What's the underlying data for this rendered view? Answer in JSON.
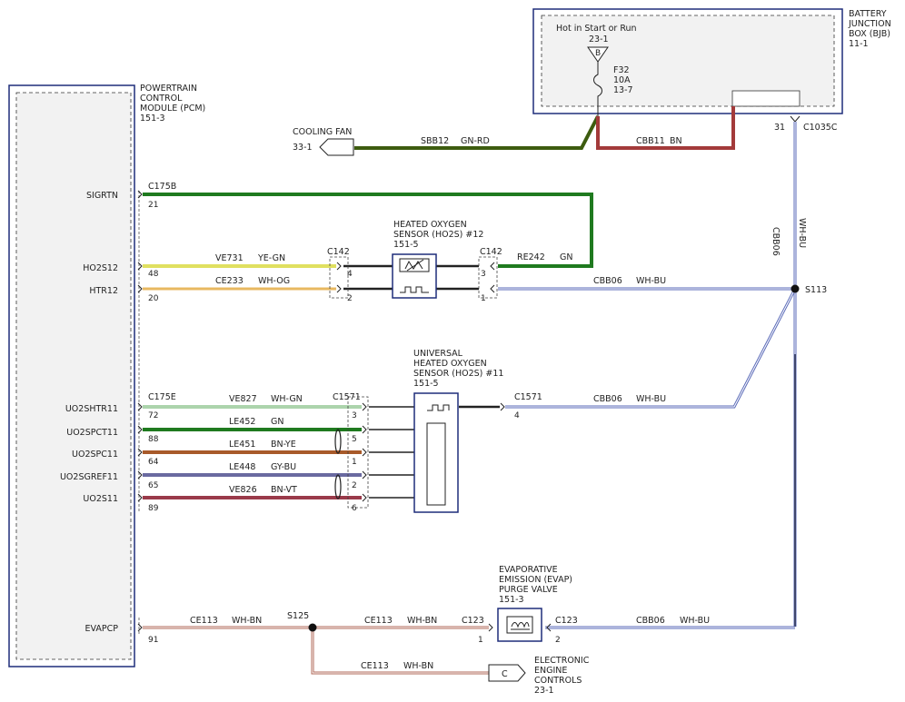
{
  "bjb": {
    "title_lines": [
      "BATTERY",
      "JUNCTION",
      "BOX (BJB)",
      "11-1"
    ],
    "hot_label": "Hot in Start or Run",
    "hot_ref": "23-1",
    "fuse_tag": "B",
    "fuse_id": "F32",
    "fuse_rating": "10A",
    "fuse_ref": "13-7",
    "connector_pin": "31",
    "connector": "C1035C"
  },
  "pcm": {
    "title_lines": [
      "POWERTRAIN",
      "CONTROL",
      "MODULE (PCM)",
      "151-3"
    ],
    "pins": [
      {
        "label": "SIGRTN",
        "num": "21",
        "connector": "C175B"
      },
      {
        "label": "HO2S12",
        "num": "48",
        "connector": ""
      },
      {
        "label": "HTR12",
        "num": "20",
        "connector": ""
      },
      {
        "label": "UO2SHTR11",
        "num": "72",
        "connector": "C175E"
      },
      {
        "label": "UO2SPCT11",
        "num": "88",
        "connector": ""
      },
      {
        "label": "UO2SPC11",
        "num": "64",
        "connector": ""
      },
      {
        "label": "UO2SGREF11",
        "num": "65",
        "connector": ""
      },
      {
        "label": "UO2S11",
        "num": "89",
        "connector": ""
      },
      {
        "label": "EVAPCP",
        "num": "91",
        "connector": ""
      }
    ]
  },
  "cooling_fan": {
    "label": "COOLING FAN",
    "ref": "33-1"
  },
  "ho2s12": {
    "title_lines": [
      "HEATED OXYGEN",
      "SENSOR (HO2S) #12",
      "151-5"
    ]
  },
  "uho2s11": {
    "title_lines": [
      "UNIVERSAL",
      "HEATED OXYGEN",
      "SENSOR (HO2S) #11",
      "151-5"
    ]
  },
  "evap": {
    "title_lines": [
      "EVAPORATIVE",
      "EMISSION (EVAP)",
      "PURGE VALVE",
      "151-3"
    ]
  },
  "eec": {
    "tag": "C",
    "title_lines": [
      "ELECTRONIC",
      "ENGINE",
      "CONTROLS",
      "23-1"
    ]
  },
  "wires": [
    {
      "circuit": "SBB12",
      "color": "GN-RD"
    },
    {
      "circuit": "CBB11",
      "color": "BN"
    },
    {
      "circuit": "VE731",
      "color": "YE-GN"
    },
    {
      "circuit": "CE233",
      "color": "WH-OG"
    },
    {
      "circuit": "RE242",
      "color": "GN"
    },
    {
      "circuit": "CBB06",
      "color": "WH-BU"
    },
    {
      "circuit": "CBB06",
      "color": "WH-BU"
    },
    {
      "circuit": "VE827",
      "color": "WH-GN"
    },
    {
      "circuit": "LE452",
      "color": "GN"
    },
    {
      "circuit": "LE451",
      "color": "BN-YE"
    },
    {
      "circuit": "LE448",
      "color": "GY-BU"
    },
    {
      "circuit": "VE826",
      "color": "BN-VT"
    },
    {
      "circuit": "CBB06",
      "color": "WH-BU"
    },
    {
      "circuit": "CE113",
      "color": "WH-BN"
    },
    {
      "circuit": "CE113",
      "color": "WH-BN"
    },
    {
      "circuit": "CE113",
      "color": "WH-BN"
    },
    {
      "circuit": "CBB06",
      "color": "WH-BU"
    }
  ],
  "connectors": {
    "c142_left": "C142",
    "c142_right": "C142",
    "c1571_left": "C1571",
    "c1571_right": "C1571",
    "c123_left": "C123",
    "c123_right": "C123"
  },
  "pin_numbers": {
    "c142_left": [
      "4",
      "2"
    ],
    "c142_right": [
      "3",
      "1"
    ],
    "c1571_left": [
      "3",
      "5",
      "1",
      "2",
      "6"
    ],
    "c1571_right": [
      "4"
    ],
    "c123_left": [
      "1"
    ],
    "c123_right": [
      "2"
    ]
  },
  "splices": {
    "s113": "S113",
    "s125": "S125"
  },
  "vertical_wire": {
    "circuit": "CBB06",
    "color": "WH-BU"
  },
  "palette": {
    "module_border": "#1e2d7a",
    "green": "#1f7a1f",
    "green_red": "#3d5c0f",
    "brown": "#a33a3a",
    "yellow": "#e0e060",
    "orange_wh": "#e8b860",
    "white_blue": "#5a6ab8",
    "white_green": "#5aa85a",
    "gray_blue": "#6a6aa0",
    "brown_violet": "#9a3a4a",
    "white_brown": "#b06a5a"
  }
}
